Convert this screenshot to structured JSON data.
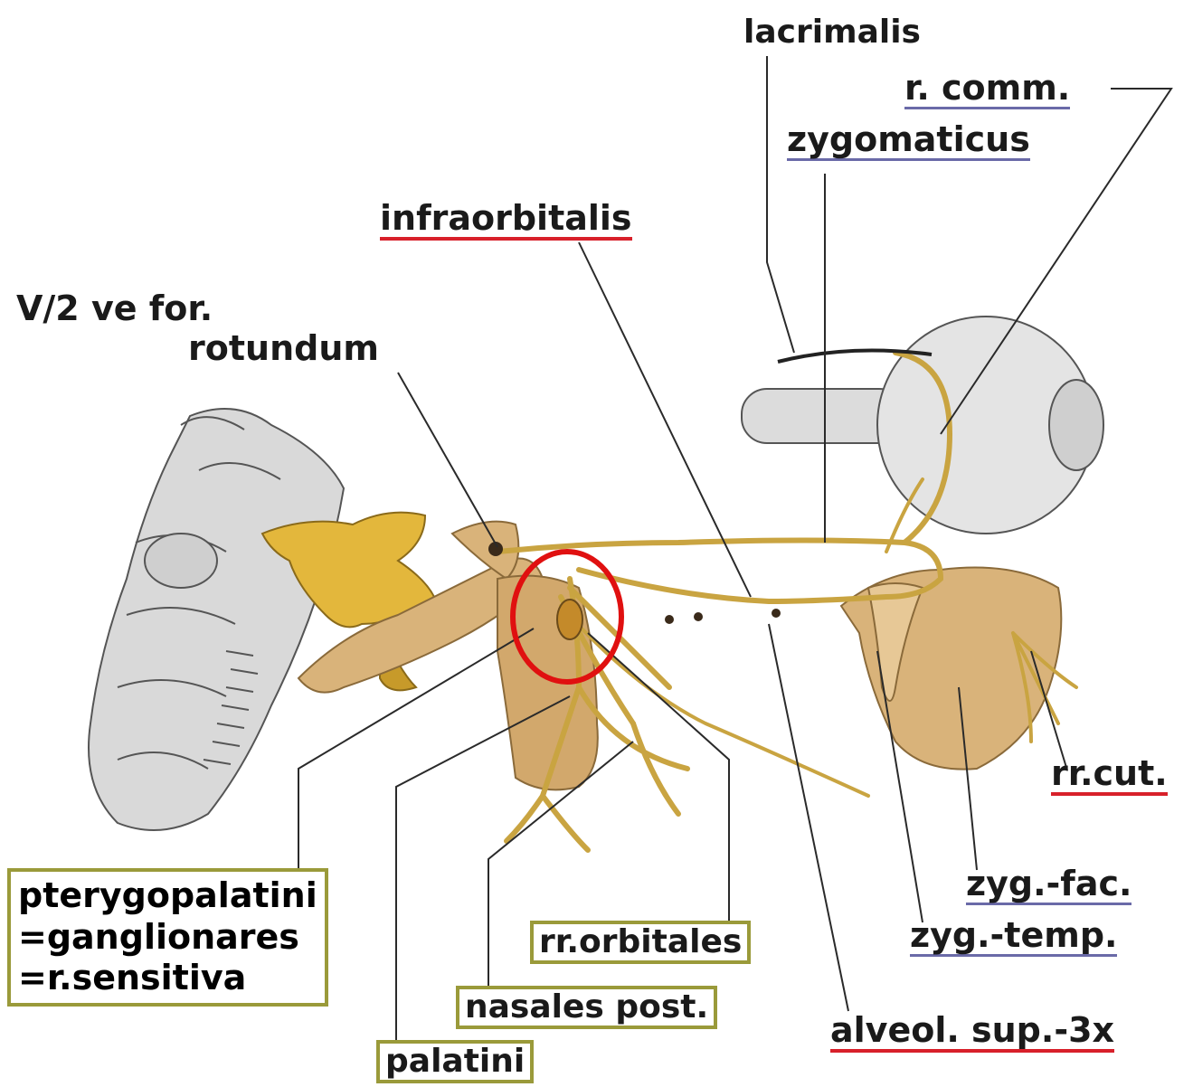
{
  "labels": {
    "lacrimalis": "lacrimalis",
    "r_comm": "r. comm.",
    "zygomaticus": "zygomaticus",
    "infraorbitalis": "infraorbitalis",
    "v2_line1": "V/2 ve for.",
    "v2_line2": "rotundum",
    "pterygo_1": "pterygopalatini",
    "pterygo_2": "=ganglionares",
    "pterygo_3": "=r.sensitiva",
    "rr_orbitales": "rr.orbitales",
    "nasales_post": "nasales post.",
    "palatini": "palatini",
    "alveol_sup": "alveol. sup.-3x",
    "rr_cut": "rr.cut.",
    "zyg_fac": "zyg.-fac.",
    "zyg_temp": "zyg.-temp."
  },
  "colors": {
    "nerve": "#c9a441",
    "bone": "#d9b37a",
    "highlight_circle": "#e01010",
    "leader_line": "#2a2a2a",
    "underline_red": "#d8202a",
    "underline_blue": "#6a6aa8",
    "box_border": "#9a9a3a"
  },
  "markers": {
    "highlight": "red-circle-around-ganglion"
  }
}
